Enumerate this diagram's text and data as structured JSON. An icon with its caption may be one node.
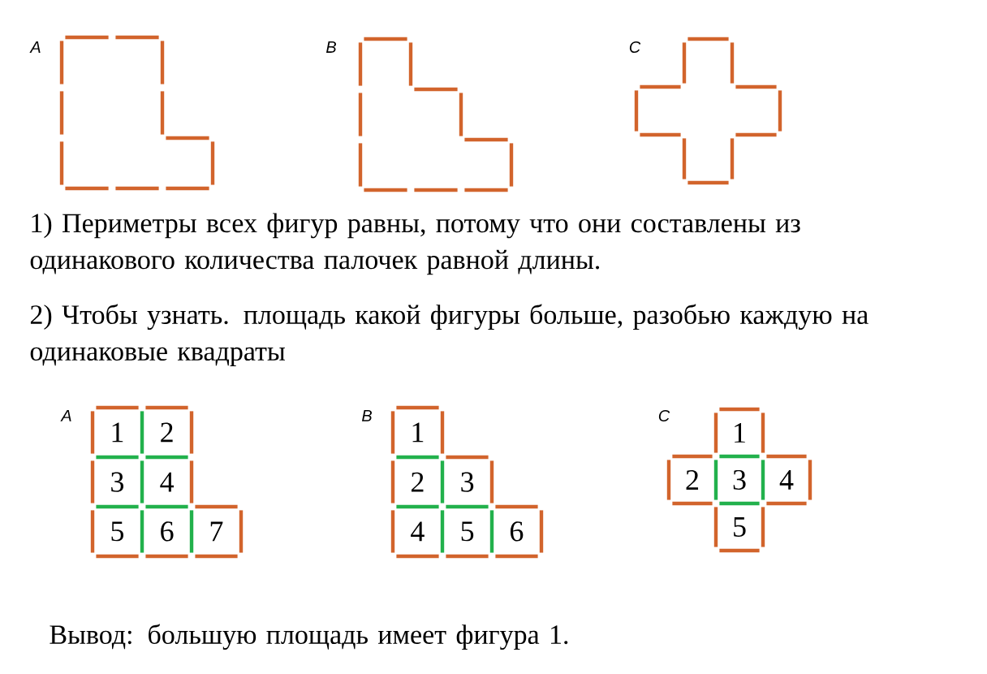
{
  "diagram": {
    "nodes": [
      {
        "text": [
          "1"
        ]
      },
      {
        "text": [
          "2"
        ]
      },
      {
        "text": [
          "3"
        ]
      },
      {
        "text": [
          "4"
        ]
      },
      {
        "text": [
          "5"
        ]
      },
      {
        "text": [
          "6"
        ]
      },
      {
        "text": [
          "7"
        ]
      },
      {
        "text": [
          "1"
        ]
      },
      {
        "text": [
          "2"
        ]
      },
      {
        "text": [
          "3"
        ]
      },
      {
        "text": [
          "4"
        ]
      },
      {
        "text": [
          "5"
        ]
      },
      {
        "text": [
          "6"
        ]
      },
      {
        "text": [
          "1"
        ]
      },
      {
        "text": [
          "2"
        ]
      },
      {
        "text": [
          "3"
        ]
      },
      {
        "text": [
          "4"
        ]
      },
      {
        "text": [
          "5"
        ]
      }
    ],
    "labels": [
      "A",
      "B",
      "C",
      "1) Периметры всех фигур равны, потому что они составлены из одинакового количества палочек равной длины.",
      "2) Чтобы узнать. площадь какой фигуры больше, разобью каждую на одинаковые квадраты",
      "A",
      "B",
      "C",
      "Вывод:  большую площадь имеет фигура 1."
    ]
  }
}
